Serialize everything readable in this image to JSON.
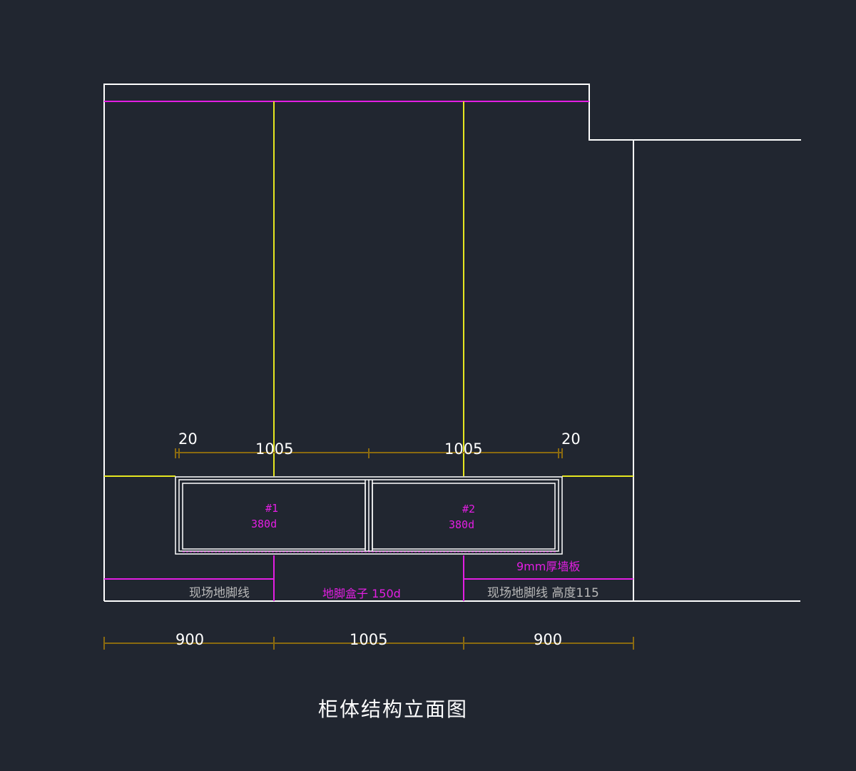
{
  "drawing_title": "柜体结构立面图",
  "colors": {
    "background": "#212630",
    "outline": "#ffffff",
    "panel_line": "#e6e620",
    "annotation": "#e31ee3",
    "dimension": "#8a6a10"
  },
  "top_dimensions": {
    "left_gap": "20",
    "left_span": "1005",
    "right_span": "1005",
    "right_gap": "20"
  },
  "bottom_dimensions": {
    "left": "900",
    "center": "1005",
    "right": "900"
  },
  "drawers": [
    {
      "tag": "#1",
      "depth": "380d"
    },
    {
      "tag": "#2",
      "depth": "380d"
    }
  ],
  "annotations": {
    "wall_panel": "9mm厚墙板",
    "skirting_left": "现场地脚线",
    "plinth_box": "地脚盒子 150d",
    "skirting_right": "现场地脚线 高度115"
  }
}
